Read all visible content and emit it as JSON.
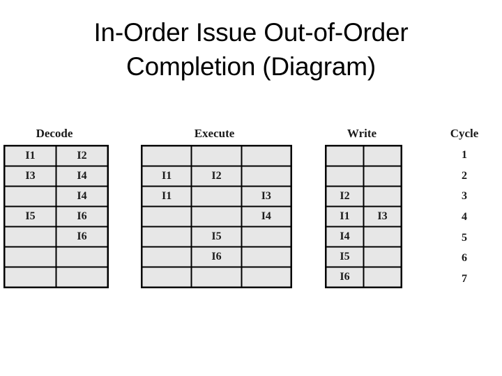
{
  "slide": {
    "title_lines": [
      "In-Order Issue Out-of-Order",
      "Completion (Diagram)"
    ],
    "background_color": "#ffffff",
    "cell_fill_color": "#e7e7e7",
    "border_color": "#000000",
    "text_color": "#1a1a1a"
  },
  "stages": [
    {
      "id": "decode",
      "header": "Decode",
      "columns": 2,
      "rows": [
        [
          "I1",
          "I2"
        ],
        [
          "I3",
          "I4"
        ],
        [
          "",
          "I4"
        ],
        [
          "I5",
          "I6"
        ],
        [
          "",
          "I6"
        ],
        [
          "",
          ""
        ],
        [
          "",
          ""
        ]
      ]
    },
    {
      "id": "execute",
      "header": "Execute",
      "columns": 3,
      "rows": [
        [
          "",
          "",
          ""
        ],
        [
          "I1",
          "I2",
          ""
        ],
        [
          "I1",
          "",
          "I3"
        ],
        [
          "",
          "",
          "I4"
        ],
        [
          "",
          "I5",
          ""
        ],
        [
          "",
          "I6",
          ""
        ],
        [
          "",
          "",
          ""
        ]
      ]
    },
    {
      "id": "write",
      "header": "Write",
      "columns": 2,
      "rows": [
        [
          "",
          ""
        ],
        [
          "",
          ""
        ],
        [
          "I2",
          ""
        ],
        [
          "I1",
          "I3"
        ],
        [
          "I4",
          ""
        ],
        [
          "I5",
          ""
        ],
        [
          "I6",
          ""
        ]
      ]
    }
  ],
  "cycle": {
    "header": "Cycle",
    "values": [
      "1",
      "2",
      "3",
      "4",
      "5",
      "6",
      "7"
    ]
  }
}
